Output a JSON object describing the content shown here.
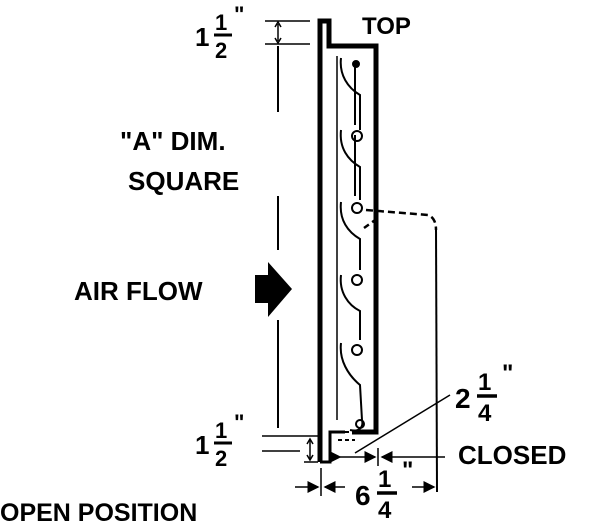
{
  "labels": {
    "top": "TOP",
    "a_dim": "\"A\" DIM.",
    "square": "SQUARE",
    "air_flow": "AIR FLOW",
    "open_position": "OPEN POSITION",
    "closed": "CLOSED"
  },
  "dimensions": {
    "top_flange": {
      "whole": "1",
      "num": "1",
      "den": "2",
      "unit": "\""
    },
    "bottom_flange": {
      "whole": "1",
      "num": "1",
      "den": "2",
      "unit": "\""
    },
    "closed_depth": {
      "whole": "2",
      "num": "1",
      "den": "4",
      "unit": "\""
    },
    "open_depth": {
      "whole": "6",
      "num": "1",
      "den": "4",
      "unit": "\""
    }
  },
  "colors": {
    "ink": "#000000",
    "paper": "#ffffff"
  }
}
